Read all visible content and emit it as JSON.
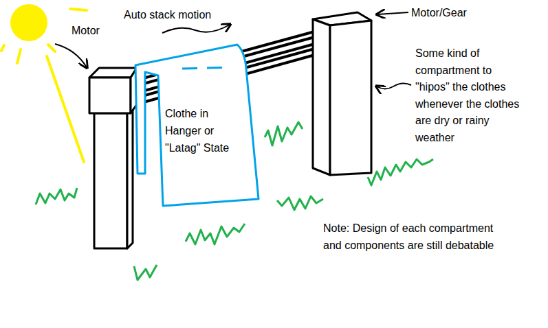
{
  "diagram": {
    "nodes": [
      {
        "text": [
          "Clothe in Hanger or \"Latag\" State"
        ]
      }
    ],
    "labels": [
      "Auto stack motion",
      "Motor",
      "Motor/Gear",
      "Some kind of compartment to \"hipos\" the clothes whenever the clothes are dry or rainy weather",
      "Note: Design of each compartment and components are still debatable"
    ]
  }
}
